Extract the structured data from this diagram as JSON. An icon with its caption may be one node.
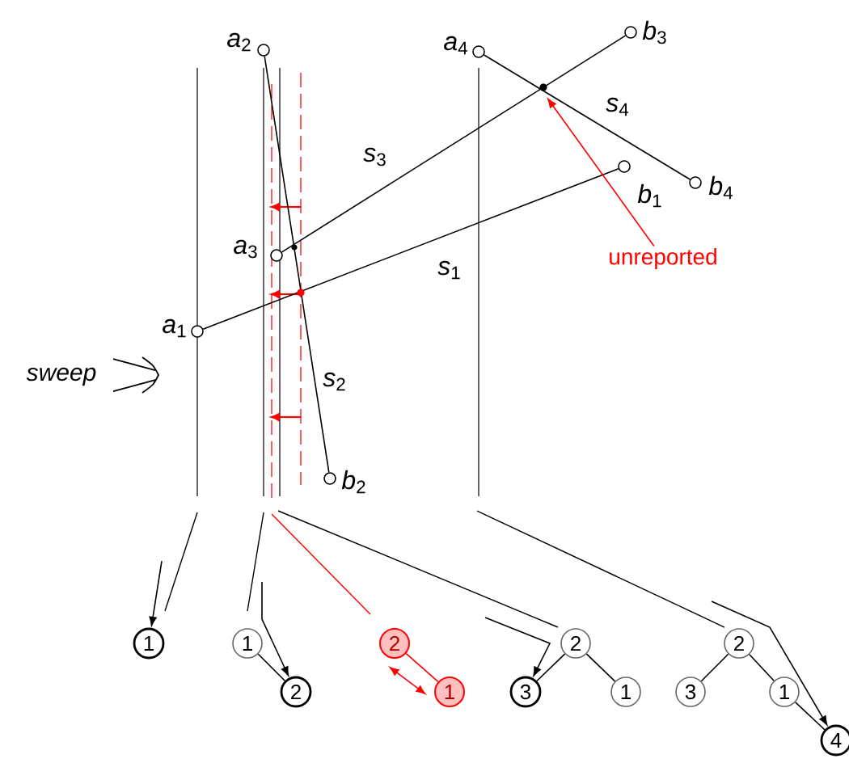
{
  "diagram": {
    "nodes": [
      {
        "text": [],
        "shape": "circle",
        "beside": [
          "*a*$_{1}$"
        ]
      },
      {
        "text": [],
        "shape": "circle",
        "beside": [
          "*b*$_{1}$"
        ]
      },
      {
        "text": [],
        "shape": "circle",
        "beside": [
          "*a*$_{2}$"
        ]
      },
      {
        "text": [],
        "shape": "circle",
        "beside": [
          "*b*$_{2}$"
        ]
      },
      {
        "text": [],
        "shape": "circle",
        "beside": [
          "*a*$_{3}$"
        ]
      },
      {
        "text": [],
        "shape": "circle",
        "beside": [
          "*b*$_{3}$"
        ]
      },
      {
        "text": [],
        "shape": "circle",
        "beside": [
          "*a*$_{4}$"
        ]
      },
      {
        "text": [],
        "shape": "circle",
        "beside": [
          "*b*$_{4}$"
        ]
      },
      {
        "text": [
          "unreported"
        ]
      },
      {
        "text": [
          "1"
        ]
      },
      {
        "text": [
          "1"
        ]
      },
      {
        "text": [
          "2"
        ]
      },
      {
        "text": [
          "2"
        ]
      },
      {
        "text": [
          "1"
        ]
      },
      {
        "text": [
          "2"
        ]
      },
      {
        "text": [
          "3"
        ]
      },
      {
        "text": [
          "1"
        ]
      },
      {
        "text": [
          "2"
        ]
      },
      {
        "text": [
          "3"
        ]
      },
      {
        "text": [
          "1"
        ]
      },
      {
        "text": [
          "4"
        ]
      }
    ],
    "edges": [
      {
        "from": 0,
        "to": 1,
        "arrow": "none",
        "label": "*s*$_{1}$"
      },
      {
        "from": 2,
        "to": 3,
        "arrow": "none",
        "label": "*s*$_{2}$"
      },
      {
        "from": 4,
        "to": 5,
        "arrow": "none",
        "label": "*s*$_{3}$"
      },
      {
        "from": 6,
        "to": 7,
        "arrow": "none",
        "label": "*s*$_{4}$"
      },
      {
        "from": 8,
        "to": null,
        "arrow": "to",
        "color": "#ff0000"
      },
      {
        "from": 10,
        "to": 11,
        "arrow": "none"
      },
      {
        "from": 12,
        "to": 13,
        "arrow": "none",
        "color": "#ff0000"
      },
      {
        "from": 12,
        "to": 13,
        "arrow": "both",
        "color": "#ff0000"
      },
      {
        "from": 14,
        "to": 15,
        "arrow": "none"
      },
      {
        "from": 14,
        "to": 16,
        "arrow": "none"
      },
      {
        "from": 17,
        "to": 18,
        "arrow": "none"
      },
      {
        "from": 17,
        "to": 19,
        "arrow": "none"
      },
      {
        "from": 19,
        "to": 20,
        "arrow": "none"
      },
      {
        "from": null,
        "to": 9,
        "arrow": "to"
      },
      {
        "from": null,
        "to": 11,
        "arrow": "to"
      },
      {
        "from": null,
        "to": 15,
        "arrow": "to"
      },
      {
        "from": null,
        "to": 20,
        "arrow": "to"
      }
    ],
    "labels": [
      "sweep"
    ]
  }
}
